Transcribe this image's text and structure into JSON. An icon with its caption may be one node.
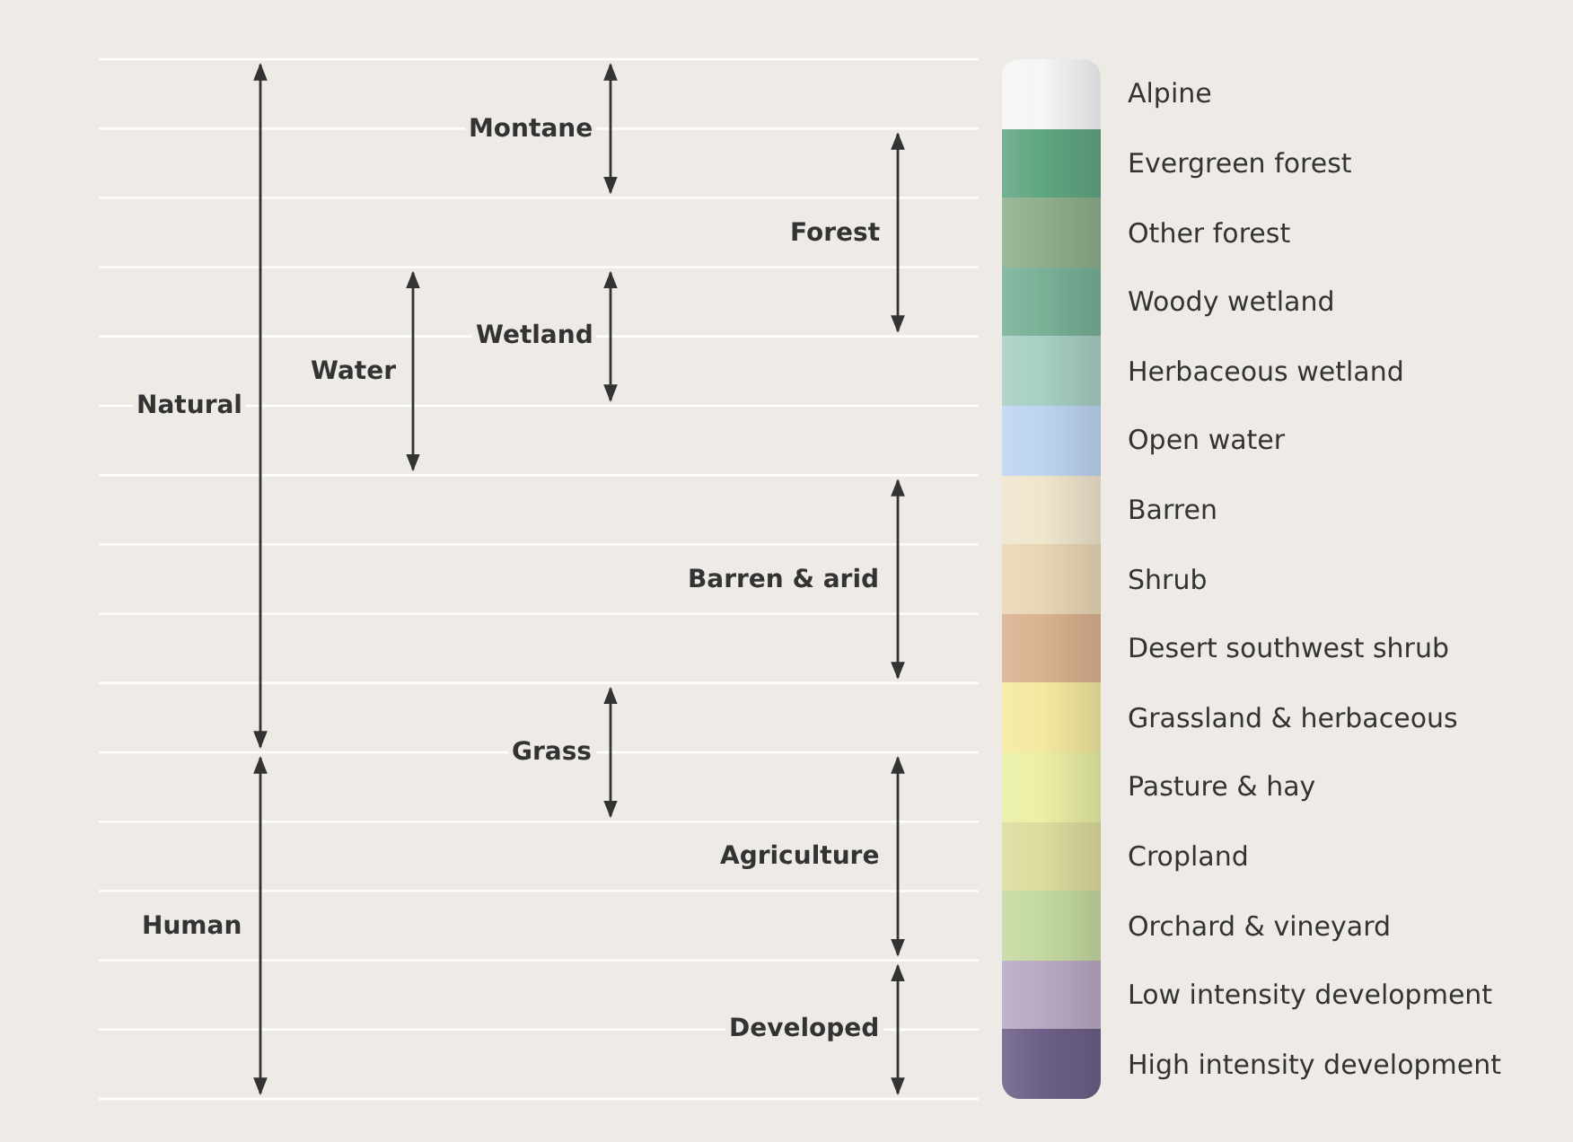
{
  "diagram": {
    "labels": [
      "Montane",
      "Forest",
      "Natural",
      "Water",
      "Wetland",
      "Barren & arid",
      "Grass",
      "Agriculture",
      "Human",
      "Developed"
    ],
    "legend": [
      {
        "text": "Alpine",
        "color": "#f6f6f6"
      },
      {
        "text": "Evergreen forest",
        "color": "#5fa682"
      },
      {
        "text": "Other forest",
        "color": "#8fae8c"
      },
      {
        "text": "Woody wetland",
        "color": "#79b197"
      },
      {
        "text": "Herbaceous wetland",
        "color": "#a8cfc4"
      },
      {
        "text": "Open water",
        "color": "#bcd5ef"
      },
      {
        "text": "Barren",
        "color": "#efe6cc"
      },
      {
        "text": "Shrub",
        "color": "#e9d6b5"
      },
      {
        "text": "Desert southwest shrub",
        "color": "#d9b28f"
      },
      {
        "text": "Grassland & herbaceous",
        "color": "#f4e9a0"
      },
      {
        "text": "Pasture & hay",
        "color": "#ebefa6"
      },
      {
        "text": "Cropland",
        "color": "#dcdc9d"
      },
      {
        "text": "Orchard & vineyard",
        "color": "#c4daa1"
      },
      {
        "text": "Low intensity development",
        "color": "#b9a9c3"
      },
      {
        "text": "High intensity development",
        "color": "#6c5f87"
      }
    ]
  }
}
